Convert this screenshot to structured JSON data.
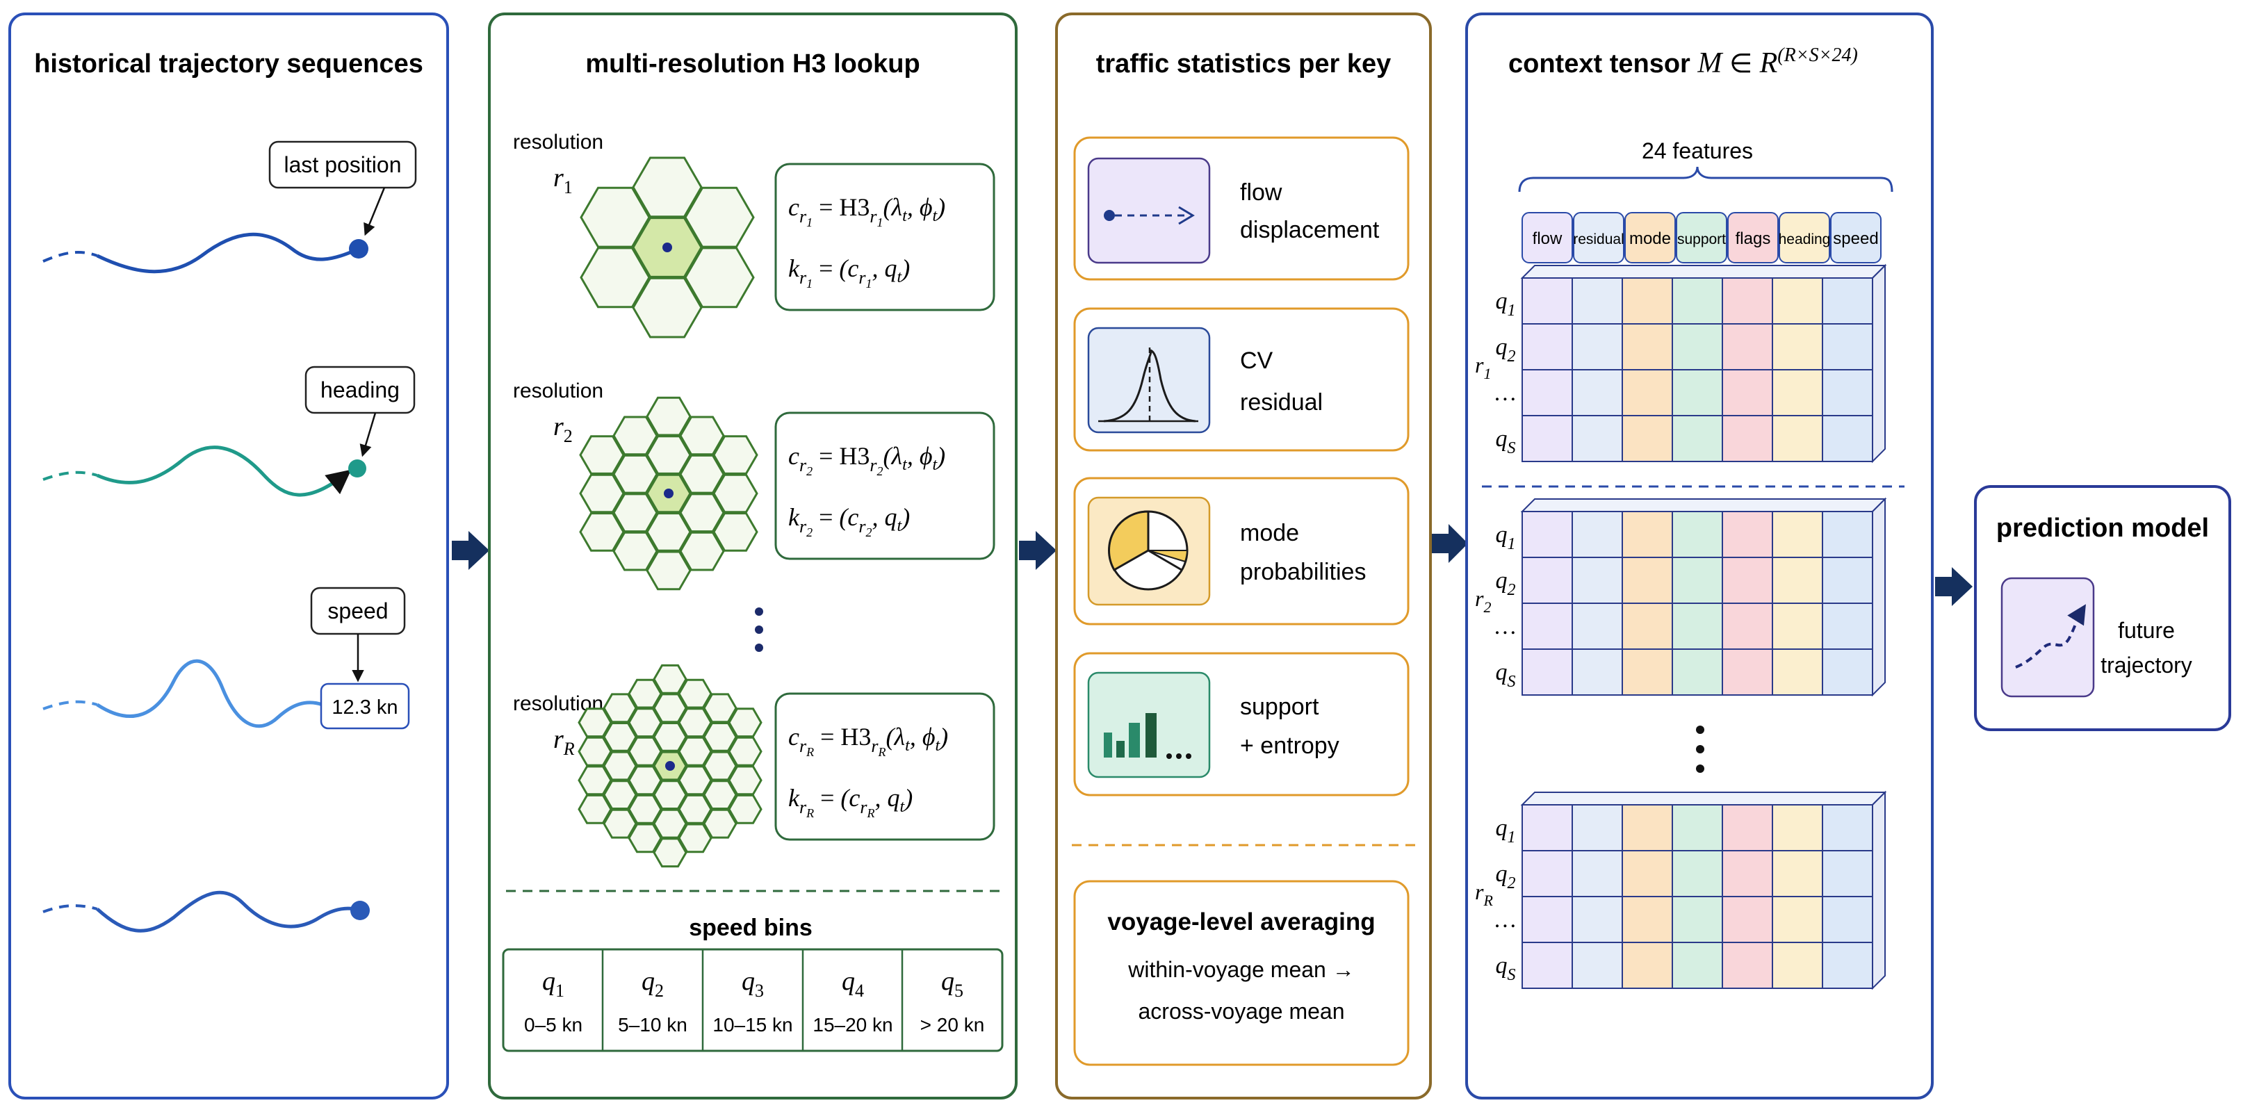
{
  "panels": {
    "history": {
      "title": "historical trajectory sequences",
      "callouts": {
        "last_position": "last position",
        "heading": "heading",
        "speed": "speed",
        "speed_value": "12.3 kn"
      }
    },
    "h3": {
      "title": "multi-resolution H3 lookup",
      "resolution_word": "resolution",
      "ellipsis": "⋮",
      "levels": [
        {
          "r": "r",
          "sub": "1"
        },
        {
          "r": "r",
          "sub": "2"
        },
        {
          "r": "r",
          "sub": "R"
        }
      ],
      "formula": {
        "c": "c",
        "eq": " = ",
        "h3": "H3",
        "args": "(λ",
        "t": "t",
        "comma": ", ϕ",
        "close": ")",
        "k": "k",
        "kargs_open": "(c",
        "kargs_q": ", q",
        "kargs_close": ")"
      },
      "speed_bins": {
        "title": "speed bins",
        "bins": [
          {
            "q": "q",
            "sub": "1",
            "range": "0–5 kn"
          },
          {
            "q": "q",
            "sub": "2",
            "range": "5–10 kn"
          },
          {
            "q": "q",
            "sub": "3",
            "range": "10–15 kn"
          },
          {
            "q": "q",
            "sub": "4",
            "range": "15–20 kn"
          },
          {
            "q": "q",
            "sub": "5",
            "range": "> 20 kn"
          }
        ]
      }
    },
    "traffic": {
      "title": "traffic statistics per key",
      "cards": [
        {
          "line1": "flow",
          "line2": "displacement",
          "icon": "dashed-arrow-icon"
        },
        {
          "line1": "CV",
          "line2": "residual",
          "icon": "bell-curve-icon"
        },
        {
          "line1": "mode",
          "line2": "probabilities",
          "icon": "pie-chart-icon"
        },
        {
          "line1": "support",
          "line2": "+ entropy",
          "icon": "bar-chart-icon"
        }
      ],
      "voyage": {
        "title": "voyage-level averaging",
        "line1": "within-voyage mean →",
        "line2": "across-voyage mean"
      }
    },
    "tensor": {
      "title": "context tensor",
      "symbol_M": "M",
      "symbol_in": " ∈ ",
      "symbol_R": "R",
      "symbol_exp": "(R×S×24)",
      "features_label": "24 features",
      "features": [
        "flow",
        "residual",
        "mode",
        "support",
        "flags",
        "heading",
        "speed"
      ],
      "row_labels": [
        {
          "q": "q",
          "sub": "1"
        },
        {
          "q": "q",
          "sub": "2"
        },
        {
          "q": "…",
          "sub": ""
        },
        {
          "q": "q",
          "sub": "S"
        }
      ],
      "blocks": [
        {
          "r": "r",
          "sub": "1"
        },
        {
          "r": "r",
          "sub": "2"
        },
        {
          "r": "r",
          "sub": "R"
        }
      ],
      "ellipsis": "⋮"
    },
    "model": {
      "title": "prediction model",
      "line1": "future",
      "line2": "trajectory"
    }
  },
  "colors": {
    "panel_history": "#2a50b8",
    "panel_h3": "#2f6a3c",
    "panel_traffic": "#8a6a2a",
    "panel_tensor": "#2a4aa8",
    "panel_model": "#2a3a98",
    "arrow": "#15305e",
    "traj1": "#1f4fb0",
    "traj2": "#1f9a8a",
    "traj3": "#4a90e0",
    "traj4": "#2a5ab8",
    "hex_stroke": "#3d7a2e",
    "hex_fill": "#f4f9ee",
    "hex_center": "#d4e8a8",
    "card_border": "#e09a2a",
    "feature_fills": [
      "#ece6fa",
      "#e4ecf8",
      "#fbe3c2",
      "#d6efe2",
      "#f9d6da",
      "#fbefcf",
      "#dce8f8"
    ]
  }
}
